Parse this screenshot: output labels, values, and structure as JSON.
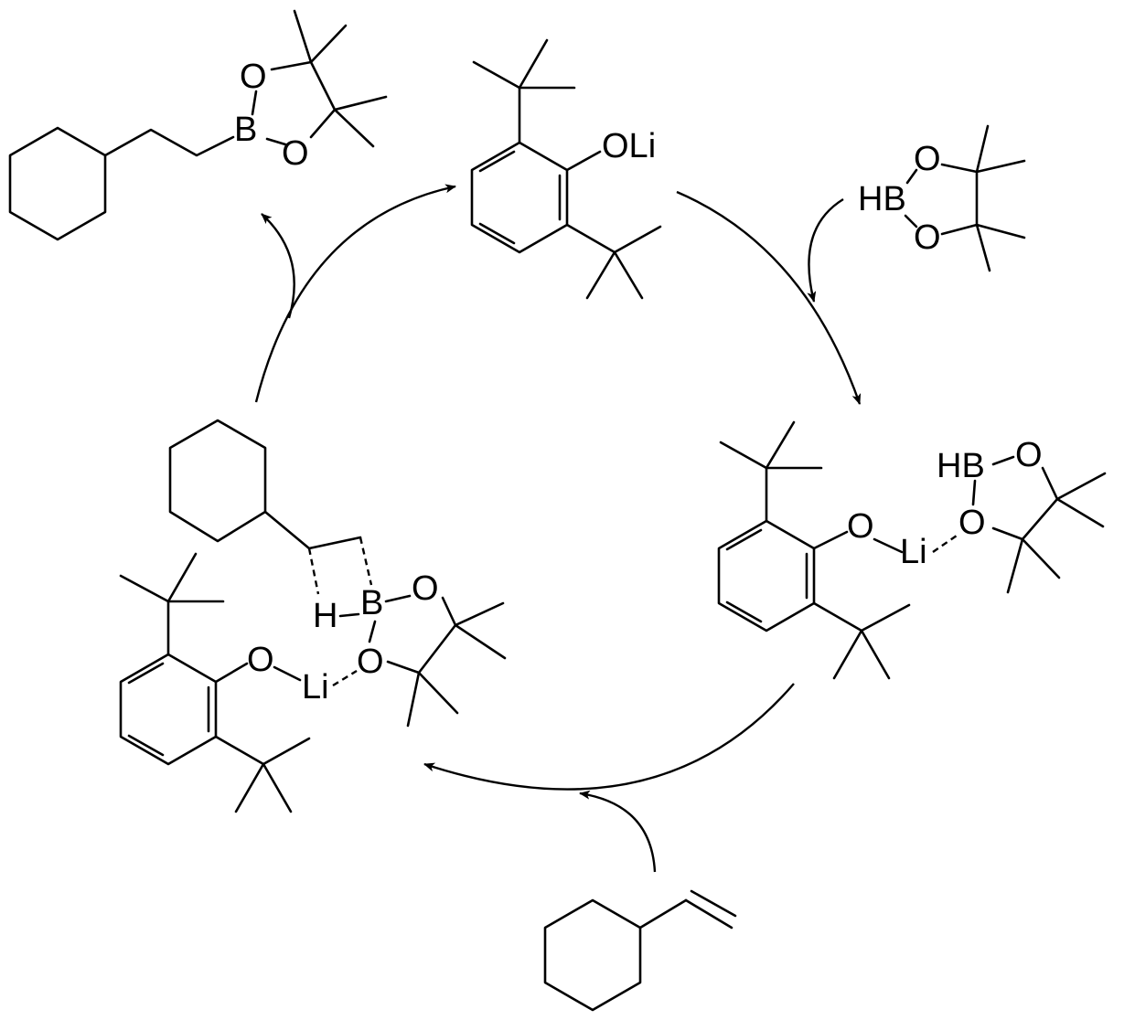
{
  "atoms": {
    "oli": "OLi",
    "hb": "HB",
    "o": "O",
    "b": "B",
    "h": "H",
    "li": "Li"
  },
  "colors": {
    "ink": "#000000",
    "background": "#ffffff"
  }
}
